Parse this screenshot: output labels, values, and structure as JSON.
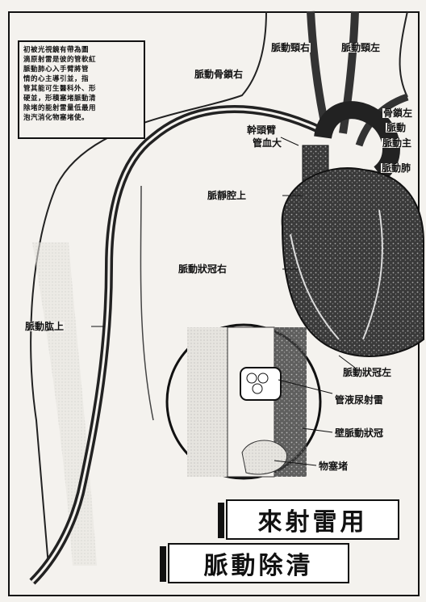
{
  "caption": {
    "lines": [
      "初被光視鏡有帶為圖",
      "滴原射雷是彼的管軟紅",
      "脈動肺心入手臂將管",
      "情的心主導引並，指",
      "管其能可生醫科外、形",
      "硬並，形積塞堵脈動清",
      "除堵的能射雷量低最用",
      "泡汽消化物塞堵使。"
    ]
  },
  "labels": {
    "right_carotid": "脈動頸右",
    "left_carotid": "脈動頸左",
    "right_subclavian": "脈動骨鎖右",
    "brachiocephalic_1": "幹頭臂",
    "brachiocephalic_2": "管血大",
    "left_subclavian_1": "骨鎖左",
    "left_subclavian_2": "脈動",
    "aorta": "脈動主",
    "pulmonary": "脈動肺",
    "svc": "脈靜腔上",
    "right_coronary": "脈動狀冠右",
    "brachial": "脈動肱上",
    "left_coronary": "脈動狀冠左",
    "laser_catheter": "管液尿射雷",
    "vessel_wall": "壁脈動狀冠",
    "plaque": "物塞堵"
  },
  "titles": {
    "line1": "來射雷用",
    "line2": "脈動除清"
  }
}
